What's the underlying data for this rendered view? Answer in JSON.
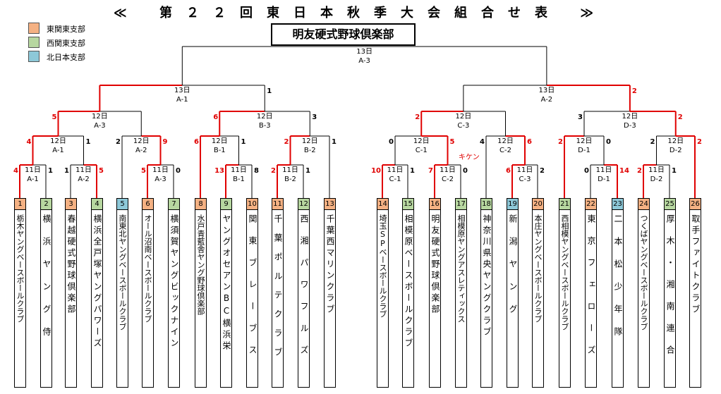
{
  "title": "≪ 第２２回東日本秋季大会組合せ表 ≫",
  "host": "明友硬式野球倶楽部",
  "legend": [
    {
      "label": "東関東支部",
      "color": "#f4b183"
    },
    {
      "label": "西関東支部",
      "color": "#b7d7a0"
    },
    {
      "label": "北日本支部",
      "color": "#8dc8d8"
    }
  ],
  "colors": {
    "winner": "#e00000",
    "line": "#000000"
  },
  "teams": [
    {
      "num": "1",
      "name": "栃木ヤングベースボールクラブ",
      "branch": 0
    },
    {
      "num": "2",
      "name": "横浜ヤング侍",
      "branch": 1
    },
    {
      "num": "3",
      "name": "春越硬式野球倶楽部",
      "branch": 0
    },
    {
      "num": "4",
      "name": "横浜全戸塚ヤングパワーズ",
      "branch": 1
    },
    {
      "num": "5",
      "name": "南東北ヤングベースボールクラブ",
      "branch": 2
    },
    {
      "num": "6",
      "name": "オール沼南ベースボールクラブ",
      "branch": 0
    },
    {
      "num": "7",
      "name": "横須賀ヤングビックナイン",
      "branch": 1
    },
    {
      "num": "8",
      "name": "水戸青藍舎ヤング野球倶楽部",
      "branch": 0
    },
    {
      "num": "9",
      "name": "ヤングオセアンBC横浜栄",
      "branch": 1
    },
    {
      "num": "10",
      "name": "関東ブレーブス",
      "branch": 0
    },
    {
      "num": "11",
      "name": "千葉ポルテクラブ",
      "branch": 0
    },
    {
      "num": "12",
      "name": "西湘パワフルズ",
      "branch": 1
    },
    {
      "num": "13",
      "name": "千葉西マリンクラブ",
      "branch": 0
    },
    {
      "num": "14",
      "name": "埼玉SPベースボールクラブ",
      "branch": 0
    },
    {
      "num": "15",
      "name": "相模原ベースボールクラブ",
      "branch": 1
    },
    {
      "num": "16",
      "name": "明友硬式野球倶楽部",
      "branch": 0
    },
    {
      "num": "17",
      "name": "相模原ヤングアスレティックス",
      "branch": 1
    },
    {
      "num": "18",
      "name": "神奈川県央ヤングクラブ",
      "branch": 1
    },
    {
      "num": "19",
      "name": "新潟ヤング",
      "branch": 2
    },
    {
      "num": "20",
      "name": "本庄ヤングベースボールクラブ",
      "branch": 0
    },
    {
      "num": "21",
      "name": "西相模ヤングベースボールクラブ",
      "branch": 1
    },
    {
      "num": "22",
      "name": "東京フェローズ",
      "branch": 0
    },
    {
      "num": "23",
      "name": "二本松少年隊",
      "branch": 2
    },
    {
      "num": "24",
      "name": "つくばヤングベースボールクラブ",
      "branch": 0
    },
    {
      "num": "25",
      "name": "厚木・湘南連合",
      "branch": 1
    },
    {
      "num": "26",
      "name": "取手ファイトクラブ",
      "branch": 0
    }
  ],
  "matches": [
    {
      "id": "A-1a",
      "date": "11日",
      "code": "A-1",
      "l": 0,
      "r": 1,
      "ls": "4",
      "rs": "1",
      "w": "l"
    },
    {
      "id": "A-2a",
      "date": "11日",
      "code": "A-2",
      "l": 2,
      "r": 3,
      "ls": "1",
      "rs": "5",
      "w": "r"
    },
    {
      "id": "A-3a",
      "date": "11日",
      "code": "A-3",
      "l": 5,
      "r": 6,
      "ls": "5",
      "rs": "0",
      "w": "l"
    },
    {
      "id": "B-1a",
      "date": "11日",
      "code": "B-1",
      "l": 8,
      "r": 9,
      "ls": "13",
      "rs": "8",
      "w": "l"
    },
    {
      "id": "B-2a",
      "date": "11日",
      "code": "B-2",
      "l": 10,
      "r": 11,
      "ls": "2",
      "rs": "1",
      "w": "l"
    },
    {
      "id": "C-1a",
      "date": "11日",
      "code": "C-1",
      "l": 13,
      "r": 14,
      "ls": "10",
      "rs": "1",
      "w": "l"
    },
    {
      "id": "C-2a",
      "date": "11日",
      "code": "C-2",
      "l": 15,
      "r": 16,
      "ls": "7",
      "rs": "0",
      "w": "l"
    },
    {
      "id": "C-3a",
      "date": "11日",
      "code": "C-3",
      "l": 18,
      "r": 19,
      "ls": "6",
      "rs": "2",
      "w": "l"
    },
    {
      "id": "D-1a",
      "date": "11日",
      "code": "D-1",
      "l": 21,
      "r": 22,
      "ls": "0",
      "rs": "14",
      "w": "r"
    },
    {
      "id": "D-2a",
      "date": "11日",
      "code": "D-2",
      "l": 23,
      "r": 24,
      "ls": "2",
      "rs": "1",
      "w": "l"
    },
    {
      "id": "A-1b",
      "date": "12日",
      "code": "A-1",
      "l": "A-1a",
      "r": "A-2a",
      "ls": "4",
      "rs": "1",
      "w": "l"
    },
    {
      "id": "A-2b",
      "date": "12日",
      "code": "A-2",
      "l": 4,
      "r": "A-3a",
      "ls": "2",
      "rs": "9",
      "w": "r"
    },
    {
      "id": "B-1b",
      "date": "12日",
      "code": "B-1",
      "l": 7,
      "r": "B-1a",
      "ls": "6",
      "rs": "1",
      "w": "l"
    },
    {
      "id": "B-2b",
      "date": "12日",
      "code": "B-2",
      "l": "B-2a",
      "r": 12,
      "ls": "2",
      "rs": "1",
      "w": "l"
    },
    {
      "id": "C-1b",
      "date": "12日",
      "code": "C-1",
      "l": "C-1a",
      "r": "C-2a",
      "ls": "0",
      "rs": "5",
      "w": "r"
    },
    {
      "id": "C-2b",
      "date": "12日",
      "code": "C-2",
      "l": 17,
      "r": "C-3a",
      "ls": "4",
      "rs": "6",
      "w": "r"
    },
    {
      "id": "D-1b",
      "date": "12日",
      "code": "D-1",
      "l": 20,
      "r": "D-1a",
      "ls": "2",
      "rs": "0",
      "w": "l"
    },
    {
      "id": "D-2b",
      "date": "12日",
      "code": "D-2",
      "l": "D-2a",
      "r": 25,
      "ls": "2",
      "rs": "2",
      "w": "r"
    },
    {
      "id": "A-3c",
      "date": "12日",
      "code": "A-3",
      "l": "A-1b",
      "r": "A-2b",
      "ls": "5",
      "rs": "",
      "w": "l"
    },
    {
      "id": "B-3c",
      "date": "12日",
      "code": "B-3",
      "l": "B-1b",
      "r": "B-2b",
      "ls": "6",
      "rs": "3",
      "w": "l"
    },
    {
      "id": "C-3c",
      "date": "12日",
      "code": "C-3",
      "l": "C-1b",
      "r": "C-2b",
      "ls": "2",
      "rs": "",
      "w": "l"
    },
    {
      "id": "D-3c",
      "date": "12日",
      "code": "D-3",
      "l": "D-1b",
      "r": "D-2b",
      "ls": "3",
      "rs": "2",
      "w": "r"
    },
    {
      "id": "A-1d",
      "date": "13日",
      "code": "A-1",
      "l": "A-3c",
      "r": "B-3c",
      "ls": "",
      "rs": "1",
      "w": "l"
    },
    {
      "id": "A-2d",
      "date": "13日",
      "code": "A-2",
      "l": "C-3c",
      "r": "D-3c",
      "ls": "",
      "rs": "2",
      "w": "r"
    },
    {
      "id": "A-3e",
      "date": "13日",
      "code": "A-3",
      "l": "A-1d",
      "r": "A-2d",
      "ls": "",
      "rs": "",
      "w": ""
    }
  ],
  "note": "キケン"
}
